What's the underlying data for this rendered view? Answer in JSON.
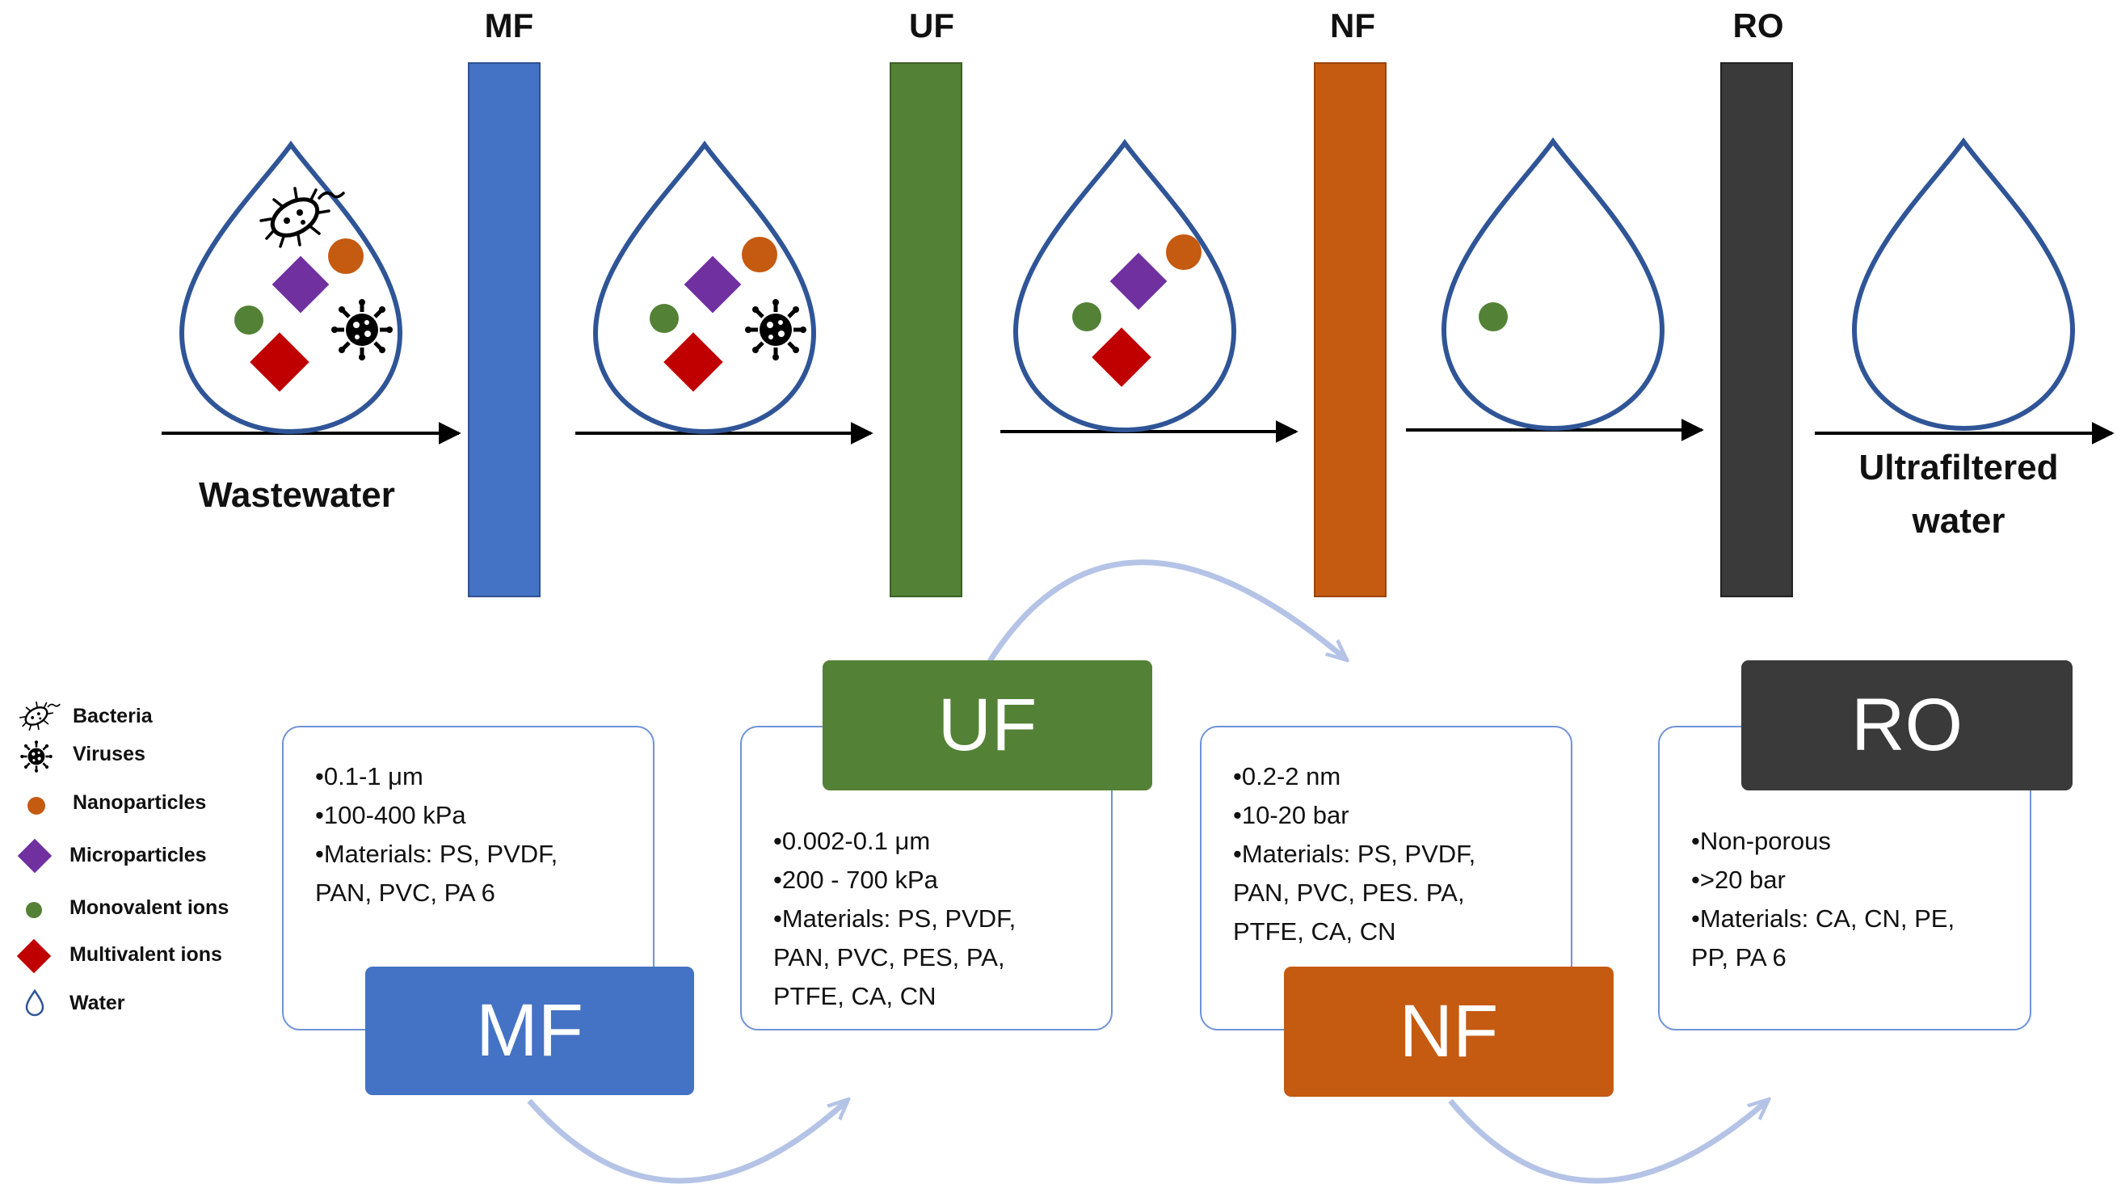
{
  "membranes": [
    {
      "id": "mf",
      "title": "MF",
      "color": "#4472c4"
    },
    {
      "id": "uf",
      "title": "UF",
      "color": "#538135"
    },
    {
      "id": "nf",
      "title": "NF",
      "color": "#c55a11"
    },
    {
      "id": "ro",
      "title": "RO",
      "color": "#3a3a3a"
    }
  ],
  "flow": {
    "input_label": "Wastewater",
    "output_label_line1": "Ultrafiltered",
    "output_label_line2": "water"
  },
  "cards": {
    "mf": {
      "badge": "MF",
      "lines": [
        "•0.1-1 μm",
        "•100-400 kPa",
        "•Materials:  PS,   PVDF,",
        "PAN, PVC, PA 6"
      ]
    },
    "uf": {
      "badge": "UF",
      "lines": [
        "•0.002-0.1 μm",
        "•200 - 700 kPa",
        "•Materials:  PS,  PVDF,",
        "PAN,  PVC,  PES,  PA,",
        "PTFE,  CA,  CN"
      ]
    },
    "nf": {
      "badge": "NF",
      "lines": [
        "•0.2-2 nm",
        "•10-20 bar",
        "•Materials:  PS,  PVDF,",
        "PAN,  PVC,  PES.  PA,",
        "PTFE, CA, CN"
      ]
    },
    "ro": {
      "badge": "RO",
      "lines": [
        "•Non-porous",
        "•>20 bar",
        "•Materials: CA,  CN,  PE,",
        "PP, PA 6"
      ]
    }
  },
  "legend": [
    {
      "icon": "bacteria-icon",
      "label": "Bacteria"
    },
    {
      "icon": "virus-icon",
      "label": "Viruses"
    },
    {
      "icon": "nanoparticle-icon",
      "label": "Nanoparticles"
    },
    {
      "icon": "microparticle-icon",
      "label": "Microparticles"
    },
    {
      "icon": "monovalent-ion-icon",
      "label": "Monovalent ions"
    },
    {
      "icon": "multivalent-ion-icon",
      "label": "Multivalent ions"
    },
    {
      "icon": "water-drop-icon",
      "label": "Water"
    }
  ],
  "colors": {
    "nanoparticle": "#c55a11",
    "microparticle": "#7030a0",
    "monovalent": "#538135",
    "multivalent": "#c00000",
    "drop_outline": "#2f5597",
    "cycle_arrow": "#b4c3e6"
  }
}
